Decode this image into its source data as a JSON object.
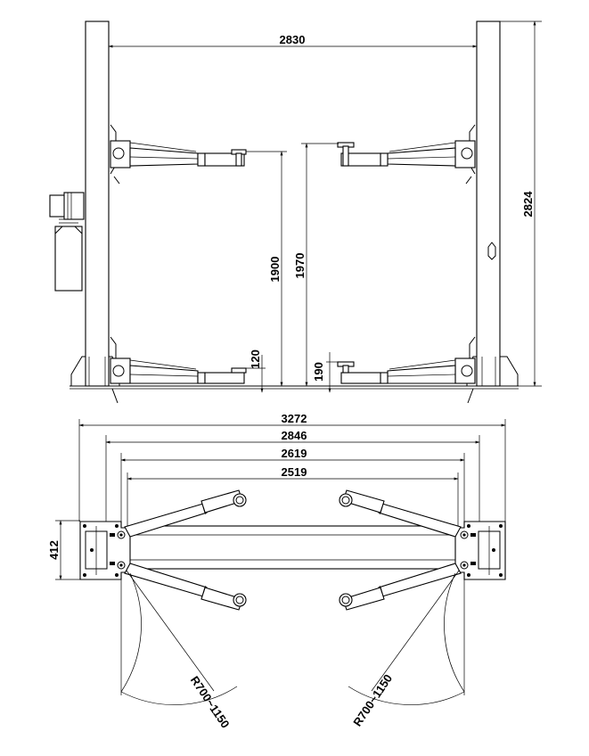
{
  "diagram": {
    "front_view": {
      "dim_column_spacing": "2830",
      "dim_total_height": "2824",
      "dim_lift_height_low": "1900",
      "dim_lift_height_high": "1970",
      "dim_pad_height_left": "120",
      "dim_pad_height_right": "190"
    },
    "top_view": {
      "dim_overall_width": "3272",
      "dim_base_width": "2846",
      "dim_inner_width_1": "2619",
      "dim_inner_width_2": "2519",
      "dim_base_depth": "412",
      "arm_reach_left": "R700~1150",
      "arm_reach_right": "R700~1150"
    },
    "colors": {
      "line": "#000000",
      "background": "#ffffff"
    }
  }
}
